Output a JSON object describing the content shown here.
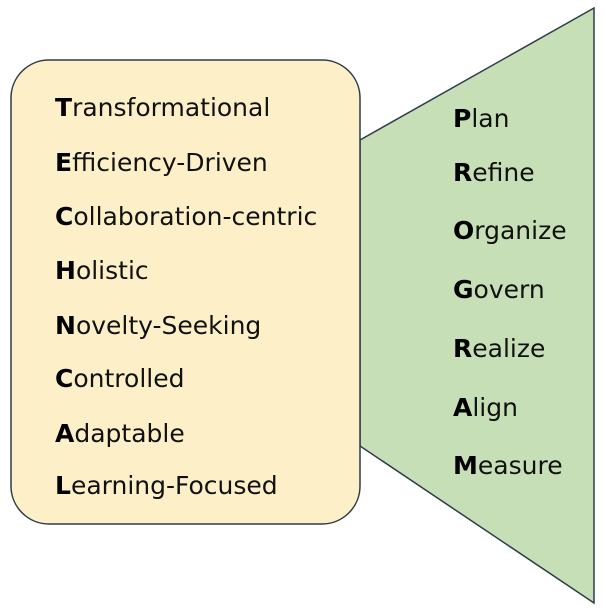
{
  "technical": {
    "items": [
      {
        "initial": "T",
        "rest": "ransformational"
      },
      {
        "initial": "E",
        "rest": "fficiency-Driven"
      },
      {
        "initial": "C",
        "rest": "ollaboration-centric"
      },
      {
        "initial": "H",
        "rest": "olistic"
      },
      {
        "initial": "N",
        "rest": "ovelty-Seeking"
      },
      {
        "initial": "C",
        "rest": "ontrolled"
      },
      {
        "initial": "A",
        "rest": "daptable"
      },
      {
        "initial": "L",
        "rest": "earning-Focused"
      }
    ]
  },
  "program": {
    "items": [
      {
        "initial": "P",
        "rest": "lan"
      },
      {
        "initial": "R",
        "rest": "efine"
      },
      {
        "initial": "O",
        "rest": "rganize"
      },
      {
        "initial": "G",
        "rest": "overn"
      },
      {
        "initial": "R",
        "rest": "ealize"
      },
      {
        "initial": "A",
        "rest": "lign"
      },
      {
        "initial": "M",
        "rest": "easure"
      }
    ]
  },
  "colors": {
    "rounded_box_fill": "#fdf0c8",
    "rounded_box_stroke": "#2f3b48",
    "trapezoid_fill": "#c7dfb6",
    "trapezoid_stroke": "#2f3b48"
  }
}
